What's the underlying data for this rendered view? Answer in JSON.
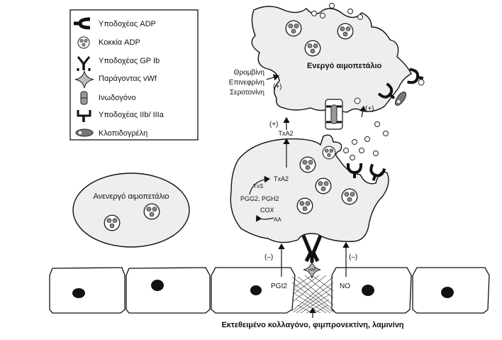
{
  "legend": {
    "items": [
      {
        "icon": "adp-receptor-icon",
        "label": "Υποδοχέας ADP"
      },
      {
        "icon": "adp-granule-icon",
        "label": "Κοκκία ADP"
      },
      {
        "icon": "gp-ib-receptor-icon",
        "label": "Υποδοχέας GP Ib"
      },
      {
        "icon": "vwf-factor-icon",
        "label": "Παράγοντας vWf"
      },
      {
        "icon": "fibrinogen-icon",
        "label": "Ινωδογόνο"
      },
      {
        "icon": "gp-iib-iiia-receptor-icon",
        "label": "Υποδοχέας IIb/ IIIa"
      },
      {
        "icon": "clopidogrel-icon",
        "label": "Κλοπιδογρέλη"
      }
    ]
  },
  "inactive_platelet": {
    "label": "Ανενεργό αιμοπετάλιο"
  },
  "active_platelet": {
    "label": "Ενεργό αιμοπετάλιο"
  },
  "agonists": {
    "line1": "Θρομβίνη",
    "line2": "Επινεφρίνη",
    "line3": "Σεροτονίνη",
    "sign": "(+)"
  },
  "pathway": {
    "txa2_top": "TxA2",
    "plus_txa2": "(+)",
    "plus_adp": "(+)",
    "txa2_inner": "TxA2",
    "txs": "TxS",
    "pgg2": "PGG2, PGH2",
    "cox": "COX",
    "aa": "AA"
  },
  "inhibitors": {
    "pgi2": "PGI2",
    "no": "NO",
    "minus_left": "(–)",
    "minus_right": "(–)"
  },
  "vwf_label": "vWf",
  "subendothelium": {
    "label": "Εκτεθειμένο κολλαγόνο, φιμπρονεκτίνη, λαμινίνη"
  }
}
